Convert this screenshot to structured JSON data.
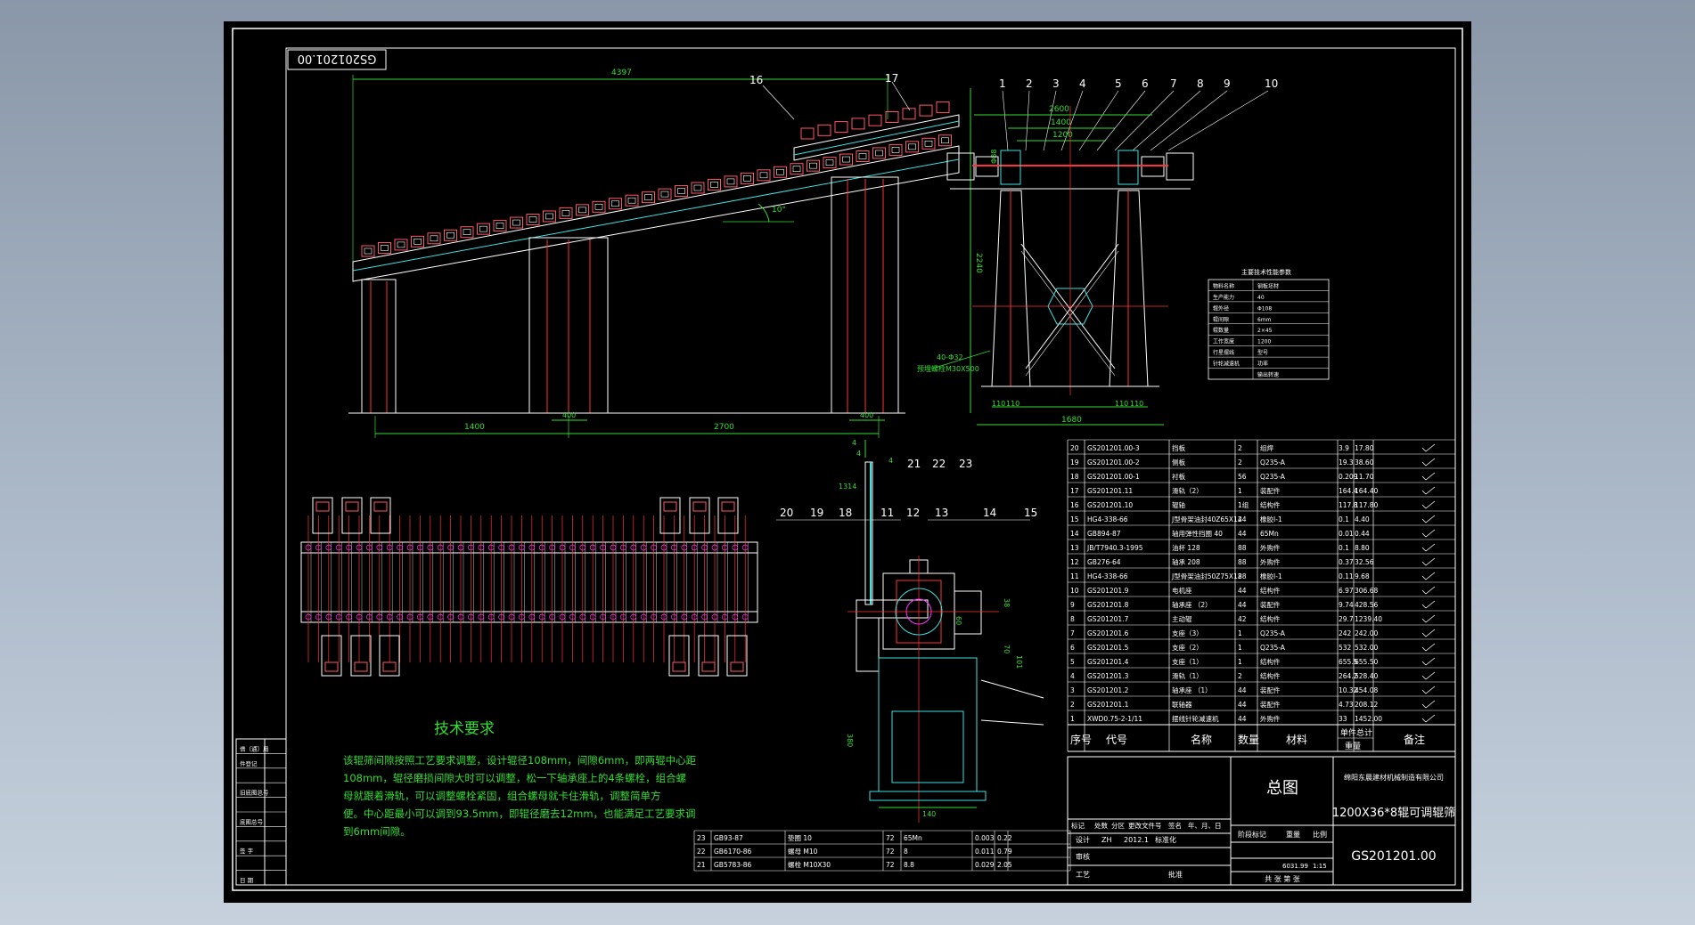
{
  "drawing": {
    "code_box": "GS201201.00",
    "dims_side": [
      "4397",
      "10°",
      "2240",
      "1400",
      "2700",
      "400",
      "400"
    ],
    "dims_front": [
      "2600",
      "1400",
      "1200",
      "Φ88",
      "1680",
      "110",
      "110",
      "110",
      "110"
    ],
    "front_note_a": "40-Φ32",
    "front_note_b": "预埋螺栓M30X500",
    "parts_side": [
      "16",
      "17"
    ],
    "parts_front": [
      "1",
      "2",
      "3",
      "4",
      "5",
      "6",
      "7",
      "8",
      "9",
      "10"
    ],
    "parts_section": [
      "20",
      "19",
      "18",
      "11",
      "12",
      "13",
      "14",
      "15",
      "21",
      "22",
      "23"
    ],
    "dims_section": [
      "4",
      "4",
      "4",
      "1314",
      "38",
      "60",
      "70",
      "101",
      "380",
      "140"
    ]
  },
  "tech_table": {
    "title": "主要技术性能参数",
    "rows": [
      {
        "label": "物料名称",
        "value": "钢板坯材"
      },
      {
        "label": "生产能力",
        "value": "40"
      },
      {
        "label": "辊外径",
        "value": "Φ108"
      },
      {
        "label": "辊间隙",
        "value": "6mm"
      },
      {
        "label": "辊数量",
        "value": "2×45"
      },
      {
        "label": "工作宽度",
        "value": "1200"
      },
      {
        "label": "行星摆线",
        "value": "型号"
      },
      {
        "label": "针轮减速机",
        "value": "功率"
      },
      {
        "label": "",
        "value": "输出转速"
      }
    ]
  },
  "requirements": {
    "title": "技术要求",
    "lines": [
      "该辊筛间隙按照工艺要求调整，设计辊径108mm，间隙6mm，即两辊中心距",
      "108mm，辊径磨损间隙大时可以调整，松一下轴承座上的4条螺栓，组合螺",
      "母就跟着滑轨，可以调整螺栓紧固，组合螺母就卡住滑轨，调整简单方",
      "便。中心距最小可以调到93.5mm，即辊径磨去12mm，也能满足工艺要求调",
      "到6mm间隙。"
    ]
  },
  "bom": {
    "headers": {
      "no": "序号",
      "code": "代号",
      "name": "名称",
      "qty": "数量",
      "mat": "材料",
      "unit": "单件",
      "total": "总计",
      "weight": "重量",
      "remark": "备注"
    },
    "rows": [
      [
        "20",
        "GS201201.00-3",
        "挡板",
        "2",
        "组焊",
        "3.9",
        "17.80"
      ],
      [
        "19",
        "GS201201.00-2",
        "侧板",
        "2",
        "Q235-A",
        "19.3",
        "38.60"
      ],
      [
        "18",
        "GS201201.00-1",
        "衬板",
        "56",
        "Q235-A",
        "0.209",
        "11.70"
      ],
      [
        "17",
        "GS201201.11",
        "滑轨（2）",
        "1",
        "装配件",
        "164.4",
        "164.40"
      ],
      [
        "16",
        "GS201201.10",
        "辊轴",
        "1组",
        "结构件",
        "117.8",
        "117.80"
      ],
      [
        "15",
        "HG4-338-66",
        "J型骨架油封40Z65X12",
        "44",
        "橡胶I-1",
        "0.1",
        "4.40"
      ],
      [
        "14",
        "GB894-87",
        "轴用弹性挡圈 40",
        "44",
        "65Mn",
        "0.01",
        "0.44"
      ],
      [
        "13",
        "JB/T7940.3-1995",
        "油杯 128",
        "88",
        "外购件",
        "0.1",
        "8.80"
      ],
      [
        "12",
        "GB276-64",
        "轴承 208",
        "88",
        "外购件",
        "0.37",
        "32.56"
      ],
      [
        "11",
        "HG4-338-66",
        "J型骨架油封50Z75X12",
        "88",
        "橡胶I-1",
        "0.11",
        "9.68"
      ],
      [
        "10",
        "GS201201.9",
        "电机座",
        "44",
        "结构件",
        "6.97",
        "306.68"
      ],
      [
        "9",
        "GS201201.8",
        "轴承座 （2）",
        "44",
        "装配件",
        "9.74",
        "428.56"
      ],
      [
        "8",
        "GS201201.7",
        "主动辊",
        "42",
        "结构件",
        "29.7",
        "1239.40"
      ],
      [
        "7",
        "GS201201.6",
        "支座（3）",
        "1",
        "Q235-A",
        "242",
        "242.00"
      ],
      [
        "6",
        "GS201201.5",
        "支座（2）",
        "1",
        "Q235-A",
        "532",
        "532.00"
      ],
      [
        "5",
        "GS201201.4",
        "支座（1）",
        "1",
        "结构件",
        "655.5",
        "655.50"
      ],
      [
        "4",
        "GS201201.3",
        "滑轨（1）",
        "2",
        "结构件",
        "264.2",
        "528.40"
      ],
      [
        "3",
        "GS201201.2",
        "轴承座 （1）",
        "44",
        "装配件",
        "10.32",
        "454.08"
      ],
      [
        "2",
        "GS201201.1",
        "联轴器",
        "44",
        "装配件",
        "4.73",
        "208.12"
      ],
      [
        "1",
        "XWD0.75-2-1/11",
        "摆线针轮减速机",
        "44",
        "外购件",
        "33",
        "1452.00"
      ]
    ],
    "lower_rows": [
      [
        "23",
        "GB93-87",
        "垫圈 10",
        "72",
        "65Mn",
        "0.003",
        "0.22"
      ],
      [
        "22",
        "GB6170-86",
        "螺母 M10",
        "72",
        "8",
        "0.011",
        "0.79"
      ],
      [
        "21",
        "GB5783-86",
        "螺栓 M10X30",
        "72",
        "8.8",
        "0.029",
        "2.05"
      ]
    ]
  },
  "title_block": {
    "title": "总图",
    "company": "绵阳东晨建材机械制造有限公司",
    "product": "1200X36*8辊可调辊筛",
    "drawing_no": "GS201201.00",
    "labels": [
      "标记",
      "处数",
      "分区",
      "更改文件号",
      "签名",
      "年、月、日"
    ],
    "design_row": [
      "设计",
      "ZH",
      "2012.1",
      "标准化"
    ],
    "stage_labels": [
      "阶段标记",
      "重量",
      "比例"
    ],
    "weight": "6031.99",
    "scale": "1:15",
    "review": [
      "审核",
      "工艺",
      "批准"
    ],
    "sheets": "共  张  第  张"
  },
  "left_strip": [
    "借（通）用",
    "件登记",
    "",
    "旧底图总号",
    "",
    "底图总号",
    "",
    "签  字",
    "",
    "日  期"
  ]
}
